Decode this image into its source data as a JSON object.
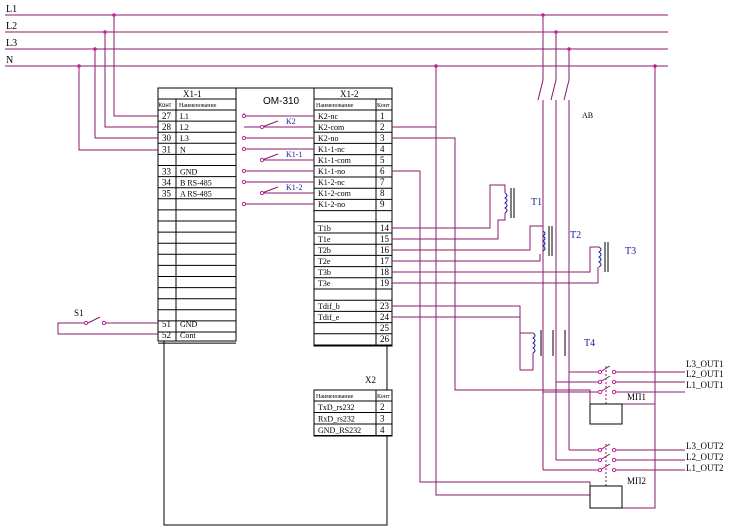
{
  "buses": [
    "L1",
    "L2",
    "L3",
    "N"
  ],
  "device_title": "ОМ-310",
  "x11": {
    "title": "X1-1",
    "hdr_num": "Конт",
    "hdr_name": "Наименование",
    "rows": [
      {
        "num": "27",
        "name": "L1"
      },
      {
        "num": "28",
        "name": "L2"
      },
      {
        "num": "30",
        "name": "L3"
      },
      {
        "num": "31",
        "name": "N"
      },
      {
        "num": "",
        "name": ""
      },
      {
        "num": "33",
        "name": "GND"
      },
      {
        "num": "34",
        "name": "B RS-485"
      },
      {
        "num": "35",
        "name": "A RS-485"
      }
    ],
    "bottom_rows": [
      {
        "num": "51",
        "name": "GND"
      },
      {
        "num": "52",
        "name": "Cont"
      }
    ]
  },
  "x12": {
    "title": "X1-2",
    "hdr_name": "Наименование",
    "hdr_num": "Конт",
    "rows": [
      {
        "name": "K2-nc",
        "num": "1"
      },
      {
        "name": "K2-com",
        "num": "2"
      },
      {
        "name": "K2-no",
        "num": "3"
      },
      {
        "name": "K1-1-nc",
        "num": "4"
      },
      {
        "name": "K1-1-com",
        "num": "5"
      },
      {
        "name": "K1-1-no",
        "num": "6"
      },
      {
        "name": "K1-2-nc",
        "num": "7"
      },
      {
        "name": "K1-2-com",
        "num": "8"
      },
      {
        "name": "K1-2-no",
        "num": "9"
      },
      {
        "name": "T1b",
        "num": "14"
      },
      {
        "name": "T1e",
        "num": "15"
      },
      {
        "name": "T2b",
        "num": "16"
      },
      {
        "name": "T2e",
        "num": "17"
      },
      {
        "name": "T3b",
        "num": "18"
      },
      {
        "name": "T3e",
        "num": "19"
      },
      {
        "name": "Tdif_b",
        "num": "23"
      },
      {
        "name": "Tdif_e",
        "num": "24"
      },
      {
        "name": "",
        "num": "25"
      },
      {
        "name": "",
        "num": "26"
      }
    ]
  },
  "x2": {
    "title": "X2",
    "hdr_name": "Наименование",
    "hdr_num": "Конт",
    "rows": [
      {
        "name": "TxD_rs232",
        "num": "2"
      },
      {
        "name": "RxD_rs232",
        "num": "3"
      },
      {
        "name": "GND_RS232",
        "num": "4"
      }
    ]
  },
  "relays": [
    "K2",
    "K1-1",
    "K1-2"
  ],
  "switch_s1": "S1",
  "breaker": "АВ",
  "transformers": [
    "T1",
    "T2",
    "T3",
    "T4"
  ],
  "starters": [
    "МП1",
    "МП2"
  ],
  "outputs1": [
    "L3_OUT1",
    "L2_OUT1",
    "L1_OUT1"
  ],
  "outputs2": [
    "L3_OUT2",
    "L2_OUT2",
    "L1_OUT2"
  ],
  "colors": {
    "wire": "#8b1a6b",
    "node": "#c020a0",
    "line": "#000000",
    "accent": "#1a1aa0"
  }
}
